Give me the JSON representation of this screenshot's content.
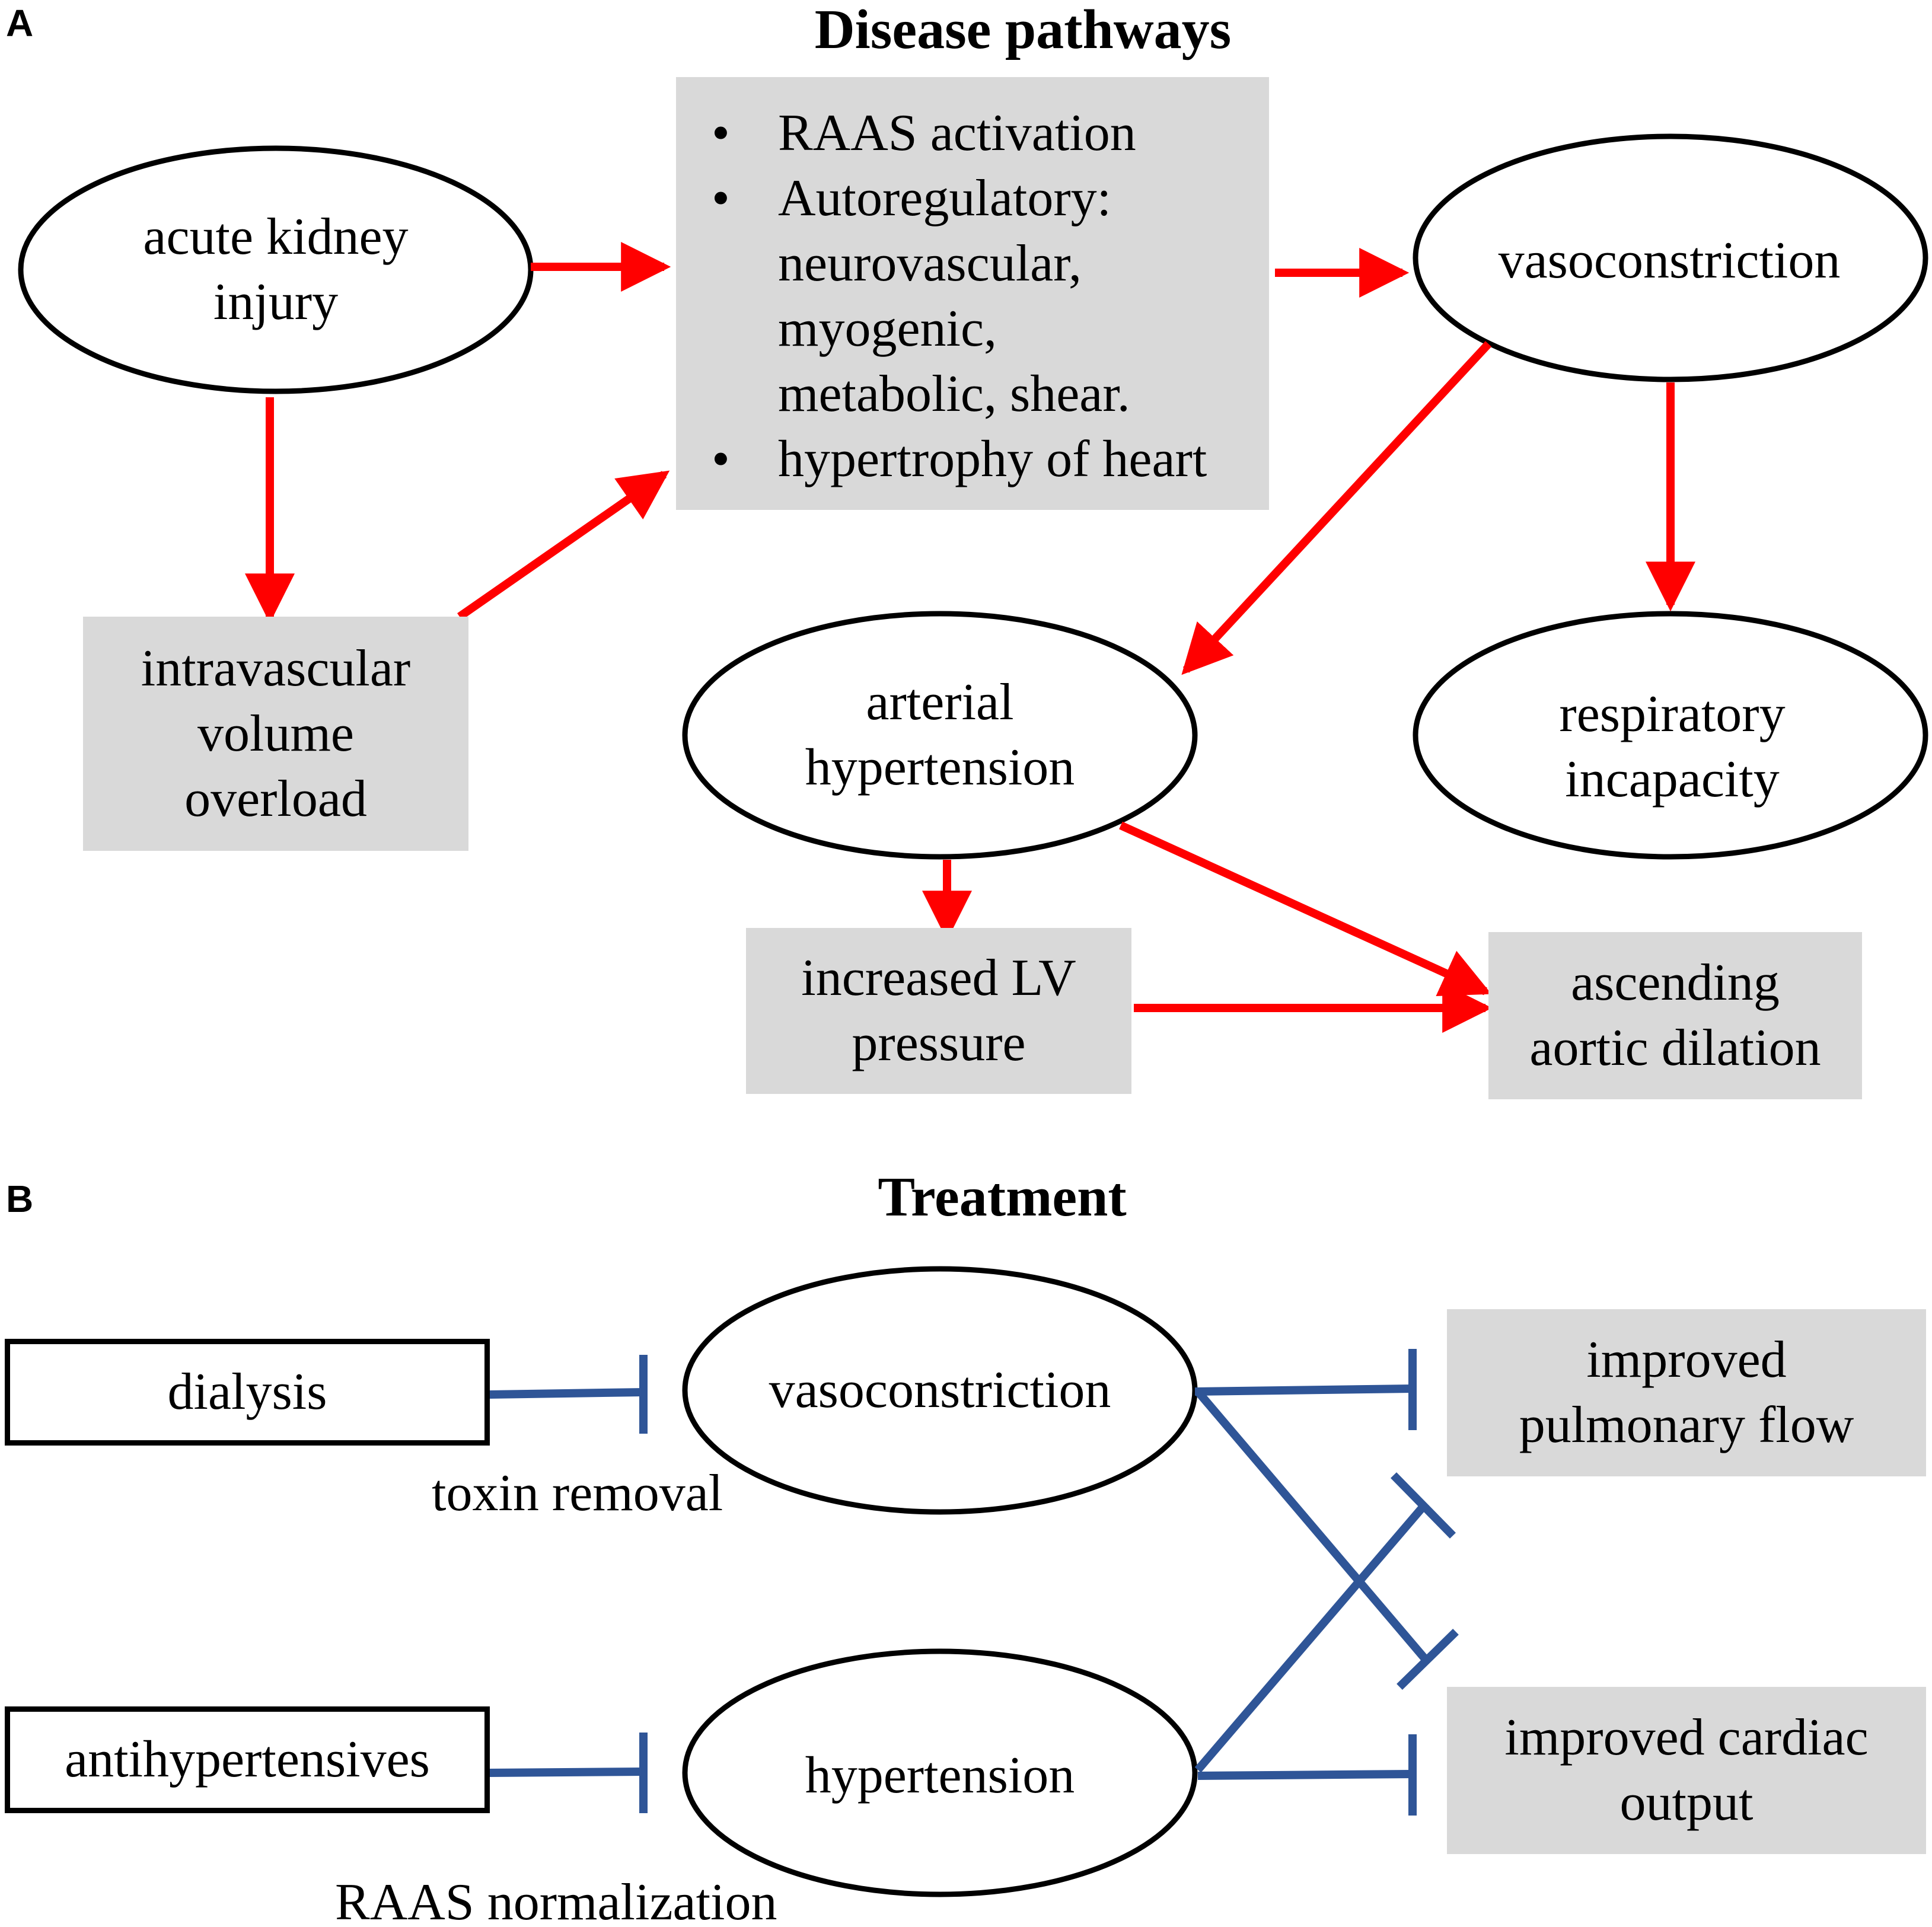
{
  "panel_a": {
    "letter": "A",
    "title": "Disease pathways",
    "nodes": {
      "acute_kidney_injury": "acute kidney\ninjury",
      "intravascular_volume_overload": "intravascular\nvolume\noverload",
      "mechanisms": {
        "items": [
          "RAAS activation",
          "Autoregulatory:"
        ],
        "autoregulatory_detail": [
          "neurovascular,",
          "myogenic,",
          "metabolic, shear."
        ],
        "last_item": "hypertrophy of heart"
      },
      "vasoconstriction": "vasoconstriction",
      "arterial_hypertension": "arterial\nhypertension",
      "respiratory_incapacity": "respiratory\nincapacity",
      "increased_lv_pressure": "increased LV\npressure",
      "ascending_aortic_dilation": "ascending\naortic dilation"
    },
    "arrow_color": "#ff0000"
  },
  "panel_b": {
    "letter": "B",
    "title": "Treatment",
    "nodes": {
      "dialysis": "dialysis",
      "antihypertensives": "antihypertensives",
      "vasoconstriction": "vasoconstriction",
      "hypertension": "hypertension",
      "improved_pulmonary_flow": "improved\npulmonary flow",
      "improved_cardiac_output": "improved cardiac\noutput"
    },
    "captions": {
      "toxin_removal": "toxin removal",
      "raas_normalization": "RAAS normalization"
    },
    "inhibitor_color": "#2f5597"
  }
}
